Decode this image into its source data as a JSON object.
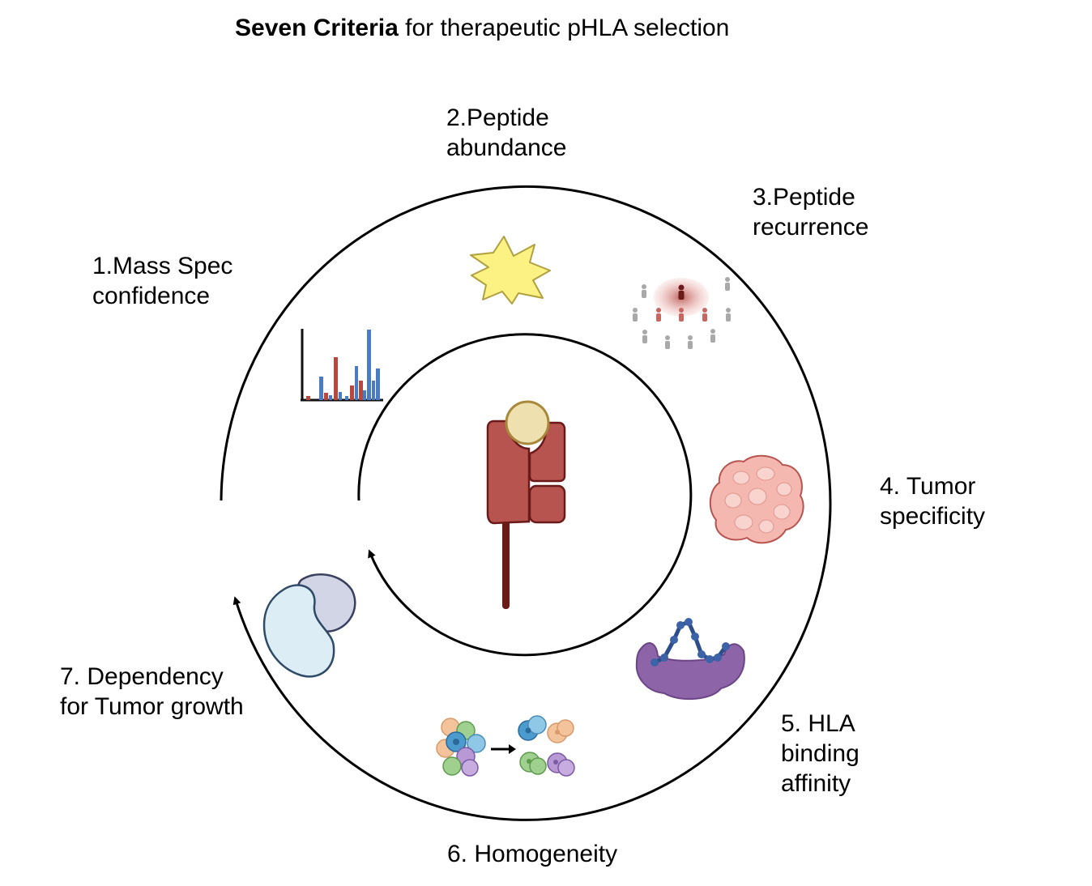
{
  "title": {
    "bold": "Seven Criteria",
    "rest": " for therapeutic pHLA selection"
  },
  "criteria": [
    {
      "line1": "1.Mass Spec",
      "line2": "confidence",
      "icon": "mass-spectrum-icon"
    },
    {
      "line1": "2.Peptide",
      "line2": "abundance",
      "icon": "starburst-icon"
    },
    {
      "line1": "3.Peptide",
      "line2": "recurrence",
      "icon": "population-icon"
    },
    {
      "line1": "4. Tumor",
      "line2": "specificity",
      "icon": "tumor-icon"
    },
    {
      "line1": "5. HLA",
      "line2": "binding",
      "line3": "affinity",
      "icon": "hla-peptide-icon"
    },
    {
      "line1": "6. Homogeneity",
      "icon": "cell-population-icon"
    },
    {
      "line1": "7. Dependency",
      "line2": "for Tumor growth",
      "icon": "protein-icon"
    }
  ],
  "center_icon": "tcr-receptor-icon",
  "colors": {
    "receptor": "#b85450",
    "receptor_dark": "#6b1a1a",
    "peptide": "#efe0b0",
    "spectrum_blue": "#4a7cc4",
    "spectrum_red": "#b9473e",
    "starburst": "#fcf183",
    "tumor": "#f4b8b0",
    "hla": "#8e64a8",
    "peptide_chain": "#2c4f8c"
  }
}
